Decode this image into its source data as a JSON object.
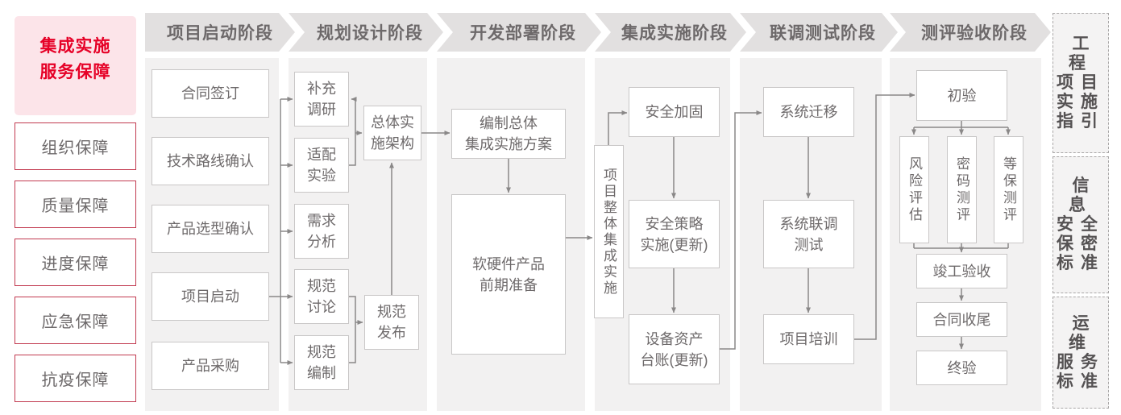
{
  "sidebar": {
    "title": "集成实施\n服务保障",
    "items": [
      {
        "label": "组织保障"
      },
      {
        "label": "质量保障"
      },
      {
        "label": "进度保障"
      },
      {
        "label": "应急保障"
      },
      {
        "label": "抗疫保障"
      }
    ]
  },
  "phases": [
    {
      "label": "项目启动阶段"
    },
    {
      "label": "规划设计阶段"
    },
    {
      "label": "开发部署阶段"
    },
    {
      "label": "集成实施阶段"
    },
    {
      "label": "联调测试阶段"
    },
    {
      "label": "测评验收阶段"
    }
  ],
  "phase1": {
    "contract_sign": "合同签订",
    "tech_route": "技术路线确认",
    "product_selection": "产品选型确认",
    "project_kickoff": "项目启动",
    "product_purchase": "产品采购"
  },
  "phase2": {
    "supplement_research": "补充\n调研",
    "adaptation_test": "适配\n实验",
    "requirement_analysis": "需求\n分析",
    "spec_discussion": "规范\n讨论",
    "spec_drafting": "规范\n编制",
    "overall_architecture": "总体实\n施架构",
    "spec_release": "规范\n发布"
  },
  "phase3": {
    "overall_plan": "编制总体\n集成实施方案",
    "preparation": "软硬件产品\n前期准备"
  },
  "phase4": {
    "overall_integration": "项目整体集成实施",
    "security_hardening": "安全加固",
    "security_policy": "安全策略\n实施(更新)",
    "asset_ledger": "设备资产\n台账(更新)"
  },
  "phase5": {
    "system_migration": "系统迁移",
    "joint_testing": "系统联调\n测试",
    "project_training": "项目培训"
  },
  "phase6": {
    "initial_acceptance": "初验",
    "risk_assessment": "风险评估",
    "crypto_evaluation": "密码测评",
    "classified_protection": "等保测评",
    "completion_acceptance": "竣工验收",
    "contract_closure": "合同收尾",
    "final_acceptance": "终验"
  },
  "standards": [
    {
      "label": "工程\n项目\n实施\n指引"
    },
    {
      "label": "信息\n安全\n保密\n标准"
    },
    {
      "label": "运维\n服务\n标准"
    }
  ],
  "colors": {
    "accent_red": "#e60127",
    "pink_bg": "#fce4e9",
    "header_gray": "#e2e0e0",
    "panel_gray": "#f2f1f1",
    "line_gray": "#8a8888",
    "text_gray": "#6e6a6b"
  }
}
